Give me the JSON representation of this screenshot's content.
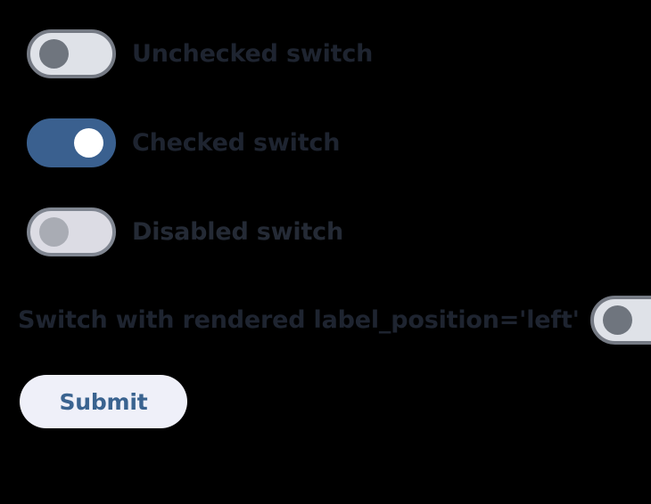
{
  "page": {
    "background_color": "#000000",
    "accent_color": "#3a608f",
    "text_color": "#1e2430"
  },
  "switches": [
    {
      "id": "unchecked-switch",
      "label": "Unchecked switch",
      "state": "unchecked",
      "disabled": false,
      "label_position": "right",
      "track_color": "#dfe2e8",
      "border_color": "#757a84",
      "knob_color": "#6f757e"
    },
    {
      "id": "checked-switch",
      "label": "Checked switch",
      "state": "checked",
      "disabled": false,
      "label_position": "right",
      "track_color": "#3a608f",
      "border_color": "#3a608f",
      "knob_color": "#ffffff"
    },
    {
      "id": "disabled-switch",
      "label": "Disabled switch",
      "state": "unchecked",
      "disabled": true,
      "label_position": "right",
      "track_color": "#dcdce4",
      "border_color": "#808691",
      "knob_color": "#a9acb4"
    },
    {
      "id": "left-label-switch",
      "label": "Switch with rendered label_position='left'",
      "state": "unchecked",
      "disabled": false,
      "label_position": "left",
      "track_color": "#dfe2e8",
      "border_color": "#757a84",
      "knob_color": "#6f757e"
    }
  ],
  "form": {
    "submit_label": "Submit",
    "submit_background": "#eff0f9",
    "submit_text_color": "#3a6390"
  }
}
